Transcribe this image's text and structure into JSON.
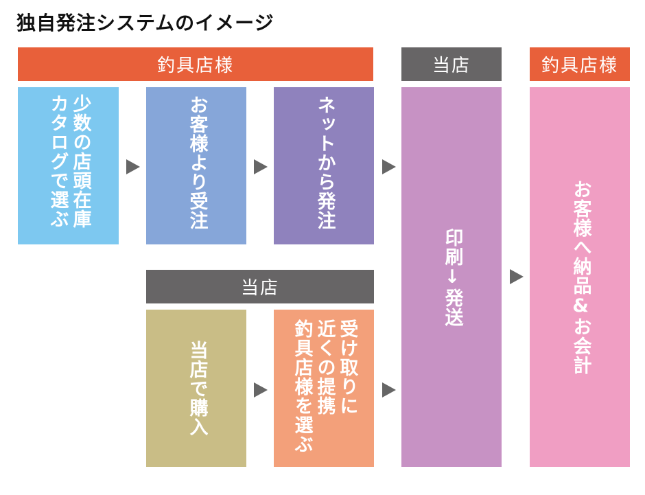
{
  "title": "独自発注システムのイメージ",
  "banners": {
    "tsuriguten_left": "釣具店様",
    "touten_top": "当店",
    "tsuriguten_right": "釣具店様",
    "touten_middle": "当店"
  },
  "cards": {
    "select_catalog": "少数の店頭在庫\nカタログで選ぶ",
    "order_from_customer": "お客様より受注",
    "order_online": "ネットから発注",
    "print_ship": "印刷↓発送",
    "deliver_pay": "お客様へ納品&お会計",
    "buy_at_store": "当店で購入",
    "pick_store": "受け取りに\n近くの提携\n釣具店様を選ぶ"
  },
  "colors": {
    "banner_orange": "#e8603a",
    "banner_gray": "#676566",
    "card_lightblue": "#7dc8f0",
    "card_blue": "#86a6d9",
    "card_purple": "#8f82bd",
    "card_pink_purple": "#c792c4",
    "card_pink": "#f09ec3",
    "card_tan": "#c9bd86",
    "card_salmon": "#f3a07a",
    "arrow": "#666666"
  },
  "icons": {
    "arrow": "right-triangle-arrow"
  }
}
